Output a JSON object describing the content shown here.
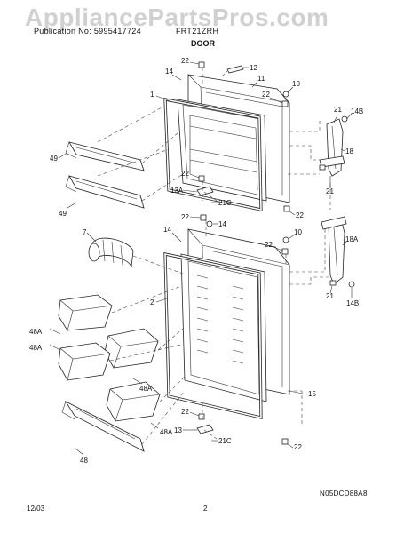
{
  "watermark": "AppliancePartsPros.com",
  "header": {
    "left": "Publication No: 5995417724",
    "right": "FRT21ZRH",
    "section": "DOOR"
  },
  "footer": {
    "date": "12/03",
    "page": "2",
    "drawing_code": "N05DCD88A8"
  },
  "callouts": [
    "22",
    "12",
    "14",
    "11",
    "1",
    "10",
    "22",
    "21",
    "14B",
    "18",
    "49",
    "22",
    "13A",
    "21C",
    "21",
    "22",
    "49",
    "22",
    "14",
    "7",
    "14",
    "22",
    "10",
    "18A",
    "2",
    "21",
    "14B",
    "48A",
    "48A",
    "48A",
    "15",
    "22",
    "13",
    "21C",
    "22",
    "48"
  ]
}
